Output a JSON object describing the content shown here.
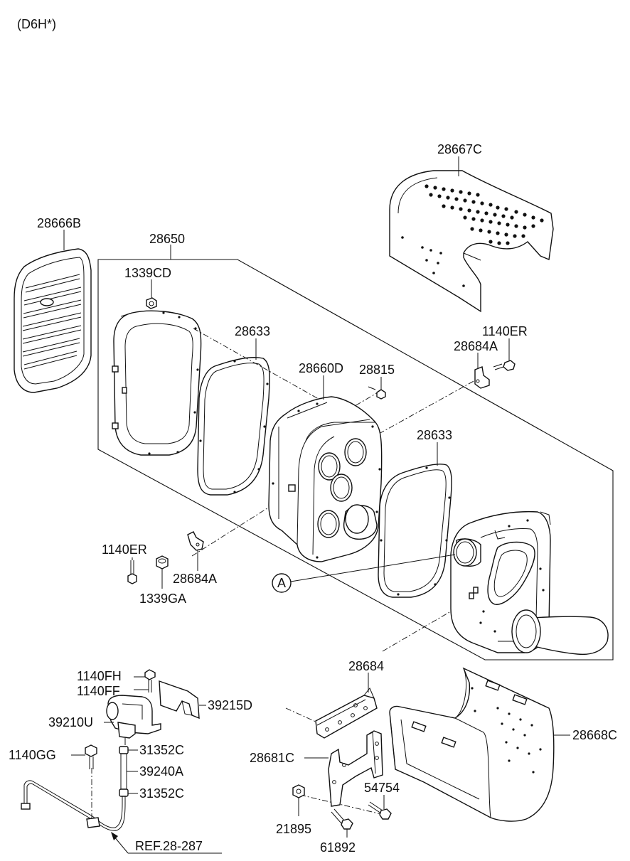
{
  "header": {
    "model_code": "(D6H*)"
  },
  "parts": {
    "p28667C": "28667C",
    "p28666B": "28666B",
    "p28650": "28650",
    "p1339CD": "1339CD",
    "p28633_left": "28633",
    "p28660D": "28660D",
    "p28815": "28815",
    "p1140ER_right": "1140ER",
    "p28684A_right": "28684A",
    "p28633_right": "28633",
    "p1140ER_left": "1140ER",
    "p28684A_left": "28684A",
    "p1339GA": "1339GA",
    "callout_A": "A",
    "p28684": "28684",
    "p1140FH": "1140FH",
    "p1140FF": "1140FF",
    "p39215D": "39215D",
    "p39210U": "39210U",
    "p31352C_top": "31352C",
    "p1140GG": "1140GG",
    "p39240A": "39240A",
    "p31352C_bottom": "31352C",
    "p28681C": "28681C",
    "p54754": "54754",
    "p28668C": "28668C",
    "p21895": "21895",
    "p61892": "61892",
    "ref": "REF.28-287"
  }
}
